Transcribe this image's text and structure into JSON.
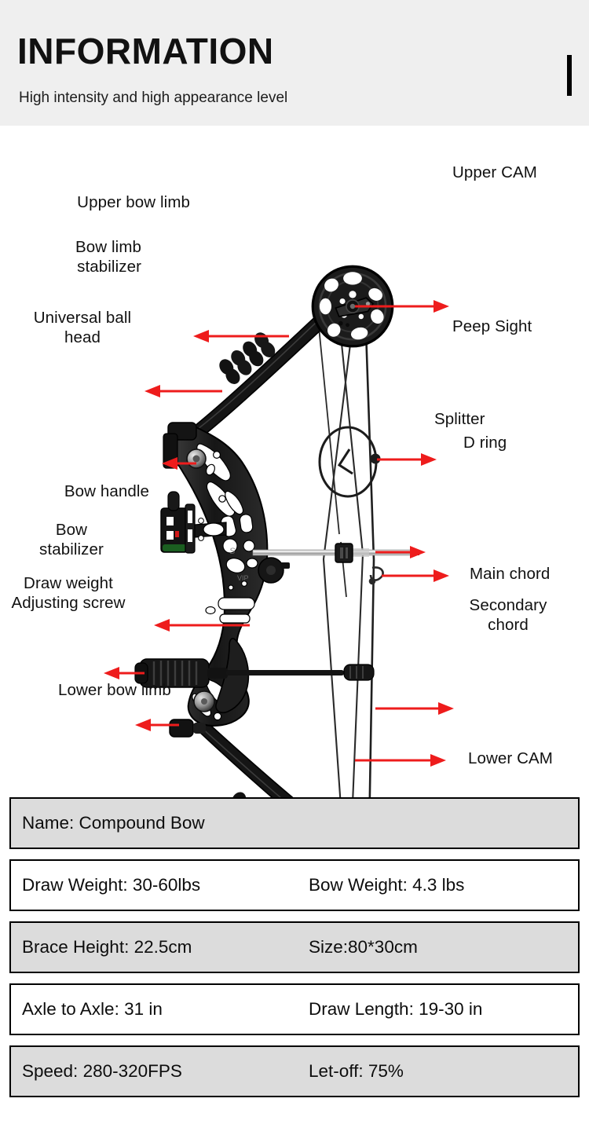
{
  "header": {
    "title": "INFORMATION",
    "subtitle": "High intensity and high appearance level",
    "accent_bar_color": "#000000",
    "background_color": "#efefef"
  },
  "diagram": {
    "product": "Compound Bow",
    "arrow_color": "#ee1c1c",
    "callouts": [
      {
        "id": "upper-cam",
        "label": "Upper CAM",
        "side": "right"
      },
      {
        "id": "upper-bow-limb",
        "label": "Upper bow limb",
        "side": "left"
      },
      {
        "id": "bow-limb-stabilizer",
        "label": "Bow limb\nstabilizer",
        "side": "left"
      },
      {
        "id": "universal-ball-head",
        "label": "Universal ball\nhead",
        "side": "left"
      },
      {
        "id": "peep-sight",
        "label": "Peep Sight",
        "side": "right"
      },
      {
        "id": "splitter",
        "label": "Splitter",
        "side": "right"
      },
      {
        "id": "d-ring",
        "label": "D ring",
        "side": "right"
      },
      {
        "id": "bow-handle",
        "label": "Bow handle",
        "side": "left"
      },
      {
        "id": "bow-stabilizer",
        "label": "Bow\nstabilizer",
        "side": "left"
      },
      {
        "id": "draw-weight-adjusting-screw",
        "label": "Draw weight\nAdjusting screw",
        "side": "left"
      },
      {
        "id": "main-chord",
        "label": "Main chord",
        "side": "right"
      },
      {
        "id": "secondary-chord",
        "label": "Secondary\nchord",
        "side": "right"
      },
      {
        "id": "lower-bow-limb",
        "label": "Lower bow limb",
        "side": "left"
      },
      {
        "id": "lower-cam",
        "label": "Lower CAM",
        "side": "right"
      }
    ]
  },
  "specs": {
    "rows": [
      {
        "shaded": true,
        "cells": [
          "Name: Compound  Bow"
        ]
      },
      {
        "shaded": false,
        "cells": [
          "Draw Weight: 30-60lbs",
          "Bow Weight: 4.3 lbs"
        ]
      },
      {
        "shaded": true,
        "cells": [
          "Brace Height: 22.5cm",
          "Size:80*30cm"
        ]
      },
      {
        "shaded": false,
        "cells": [
          "Axle to Axle: 31 in",
          "Draw Length: 19-30 in"
        ]
      },
      {
        "shaded": true,
        "cells": [
          "Speed: 280-320FPS",
          "Let-off: 75%"
        ]
      }
    ]
  }
}
